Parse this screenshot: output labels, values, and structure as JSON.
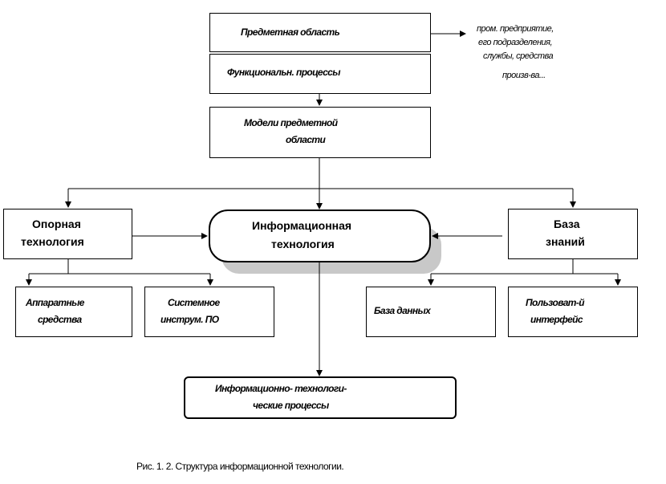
{
  "diagram": {
    "subject_area": "Предметная область",
    "subject_note": [
      "пром. предприятие,",
      "его подразделения,",
      "службы, средства",
      "произв-ва..."
    ],
    "functional_processes": "Функциональн. процессы",
    "models": [
      "Модели предметной",
      "области"
    ],
    "support_technology": [
      "Опорная",
      "технология"
    ],
    "information_technology": [
      "Информационная",
      "технология"
    ],
    "knowledge_base": [
      "База",
      "знаний"
    ],
    "hardware": [
      "Аппаратные",
      "средства"
    ],
    "system_tools": [
      "Системное",
      "инструм. ПО"
    ],
    "database": "База данных",
    "user_interface": [
      "Пользоват-й",
      "интерфейс"
    ],
    "it_processes": [
      "Информационно- технологи-",
      "ческие  процессы"
    ]
  },
  "caption": "Рис. 1. 2. Структура информационной технологии."
}
